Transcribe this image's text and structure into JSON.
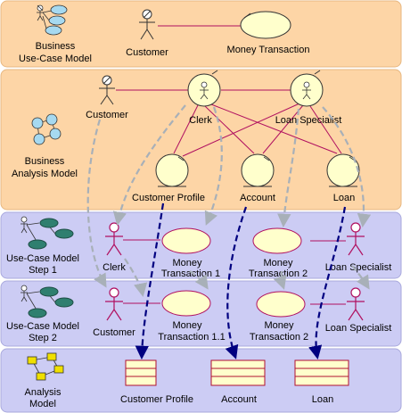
{
  "bands": [
    {
      "label_lines": [
        "Business",
        "Use-Case Model"
      ]
    },
    {
      "label_lines": [
        "Business",
        "Analysis Model"
      ]
    },
    {
      "label_lines": [
        "Use-Case Model",
        "Step 1"
      ]
    },
    {
      "label_lines": [
        "Use-Case Model",
        "Step 2"
      ]
    },
    {
      "label_lines": [
        "Analysis",
        "Model"
      ]
    }
  ],
  "business_use_case": {
    "actor": "Customer",
    "use_case": "Money Transaction"
  },
  "business_analysis": {
    "actor": "Customer",
    "workers": [
      "Clerk",
      "Loan Specialist"
    ],
    "entities": [
      "Customer Profile",
      "Account",
      "Loan"
    ]
  },
  "use_case_step1": {
    "actors": [
      "Clerk",
      "Loan Specialist"
    ],
    "use_cases": [
      [
        "Money",
        "Transaction 1"
      ],
      [
        "Money",
        "Transaction 2"
      ]
    ]
  },
  "use_case_step2": {
    "actors": [
      "Customer",
      "Loan Specialist"
    ],
    "use_cases": [
      [
        "Money",
        "Transaction 1.1"
      ],
      [
        "Money",
        "Transaction 2"
      ]
    ]
  },
  "analysis_classes": [
    "Customer Profile",
    "Account",
    "Loan"
  ],
  "colors": {
    "band_business": "#fdd5a6",
    "band_business_border": "#e7b780",
    "band_usecase": "#ccccf4",
    "band_usecase_border": "#a9a9dd",
    "usecase_fill": "#ffffcc",
    "actor_stroke": "#b01060",
    "class_fill": "#ffffcc",
    "class_stroke": "#b01030",
    "trace_grey": "#a8b0b8",
    "trace_blue": "#000080"
  }
}
